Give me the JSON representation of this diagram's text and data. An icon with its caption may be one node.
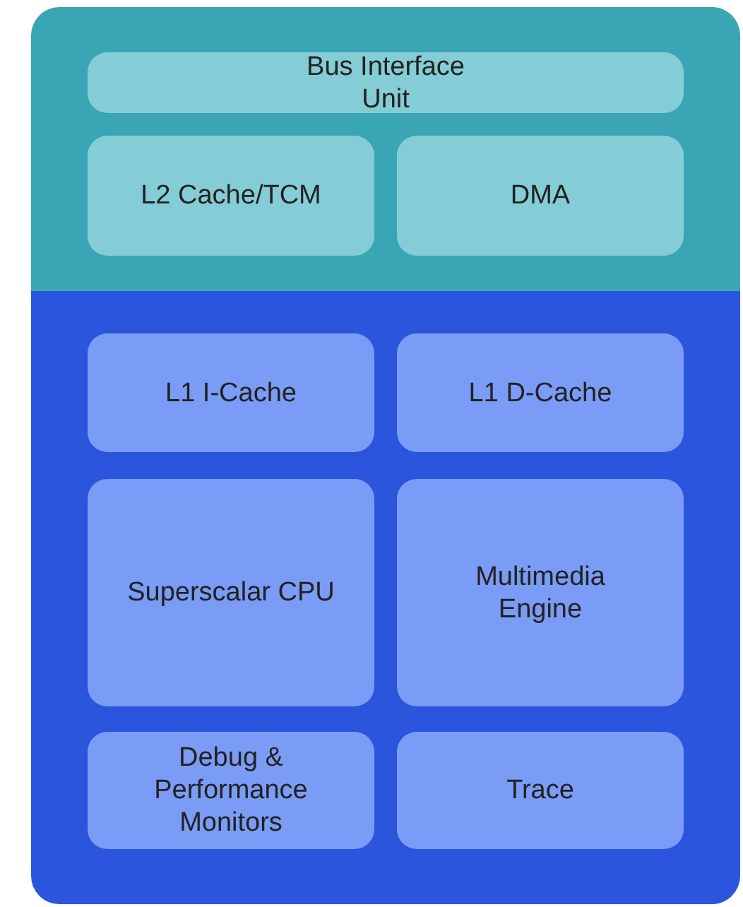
{
  "diagram": {
    "nodes": [
      {
        "text": [],
        "shape": "box"
      },
      {
        "text": [
          "Bus Interface Unit"
        ],
        "in": 0
      },
      {
        "text": [
          "L2 Cache/TCM"
        ],
        "in": 0
      },
      {
        "text": [
          "DMA"
        ],
        "in": 0
      },
      {
        "text": [],
        "shape": "box"
      },
      {
        "text": [
          "L1 I-Cache"
        ],
        "in": 4
      },
      {
        "text": [
          "L1 D-Cache"
        ],
        "in": 4
      },
      {
        "text": [
          "Superscalar CPU"
        ],
        "in": 4
      },
      {
        "text": [
          "Multimedia Engine"
        ],
        "in": 4
      },
      {
        "text": [
          "Debug & Performance Monitors"
        ],
        "in": 4
      },
      {
        "text": [
          "Trace"
        ],
        "in": 4
      }
    ],
    "edges": []
  }
}
